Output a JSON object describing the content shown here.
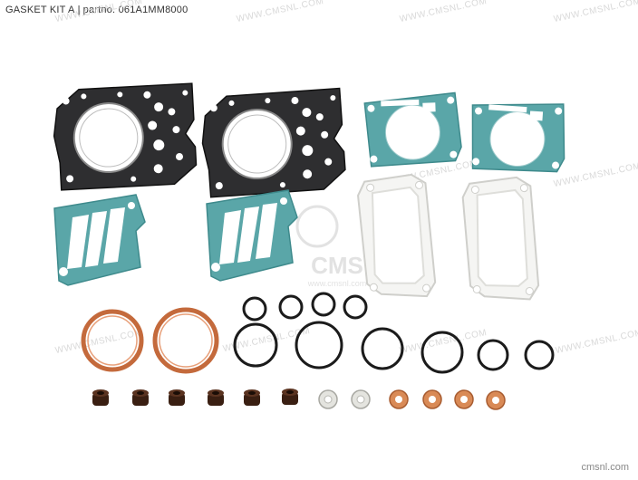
{
  "caption": {
    "title": "GASKET KIT A",
    "separator": "|",
    "partno_label": "partno.",
    "partno_value": "061A1MM8000"
  },
  "footer": "cmsnl.com",
  "watermark": {
    "text": "WWW.CMSNL.COM",
    "logo_text": "CMS",
    "logo_url_text": "www.cmsnl.com"
  },
  "colors": {
    "head_gasket": "#2e2e30",
    "paper_gasket": "#5aa6a8",
    "silicone_gasket": "#e7e7e4",
    "copper_ring": "#c46a3c",
    "oring": "#1b1b1b",
    "valve_seal": "#3a1f12",
    "crush_washer": "#d6d6d0"
  }
}
